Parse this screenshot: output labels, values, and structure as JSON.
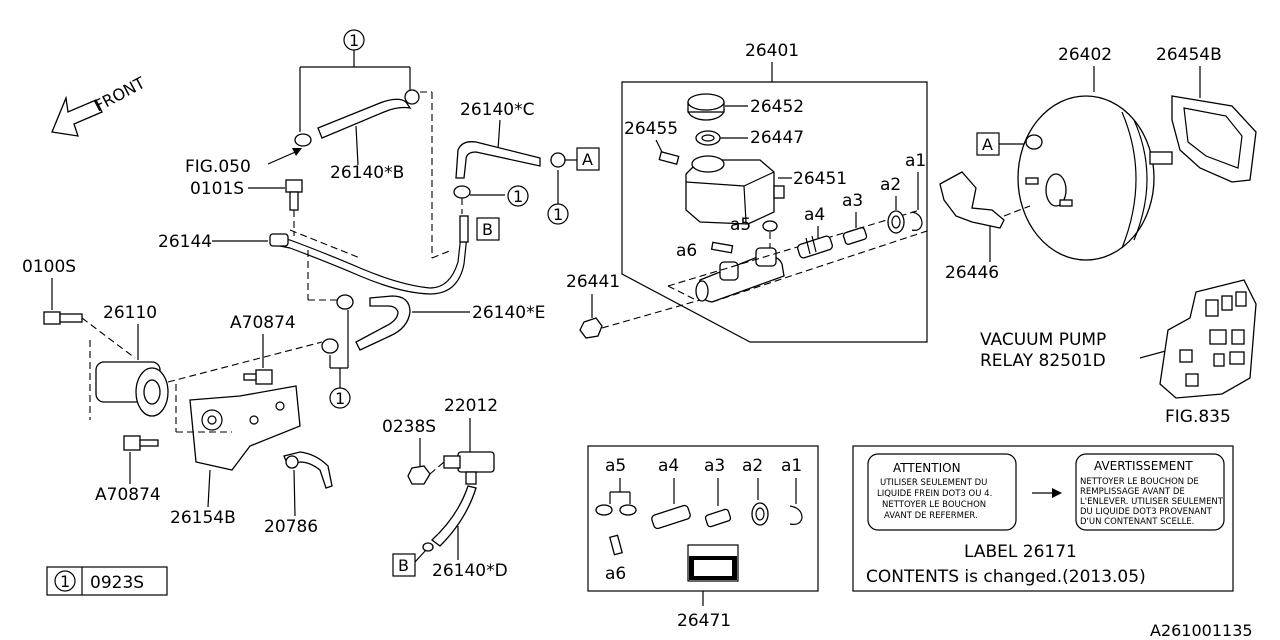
{
  "diagram": {
    "front_label": "FRONT",
    "fig_refs": {
      "fig050": "FIG.050",
      "fig835": "FIG.835"
    },
    "part_labels": {
      "p26140B": "26140*B",
      "p26140C": "26140*C",
      "p26140D": "26140*D",
      "p26140E": "26140*E",
      "p0101S": "0101S",
      "p26144": "26144",
      "p0100S": "0100S",
      "p26110": "26110",
      "pA70874a": "A70874",
      "pA70874b": "A70874",
      "p26154B": "26154B",
      "p20786": "20786",
      "p0238S": "0238S",
      "p22012": "22012",
      "p26401": "26401",
      "p26452": "26452",
      "p26455": "26455",
      "p26447": "26447",
      "p26451": "26451",
      "p26441": "26441",
      "p26402": "26402",
      "p26454B": "26454B",
      "p26446": "26446",
      "p26471": "26471"
    },
    "sub_labels": {
      "a1": "a1",
      "a2": "a2",
      "a3": "a3",
      "a4": "a4",
      "a5": "a5",
      "a6": "a6",
      "box_a1": "a1",
      "box_a2": "a2",
      "box_a3": "a3",
      "box_a4": "a4",
      "box_a5": "a5",
      "box_a6": "a6"
    },
    "callout_circle": "1",
    "ref_boxes": {
      "a_left": "A",
      "a_right": "A",
      "b_top": "B",
      "b_bottom": "B"
    },
    "vacuum_pump": {
      "line1": "VACUUM PUMP",
      "line2": "RELAY 82501D"
    },
    "legend": {
      "circle": "1",
      "part": "0923S"
    },
    "warning_label": {
      "attention_title": "ATTENTION",
      "attention_lines": [
        "UTILISER SEULEMENT DU",
        "LIQUIDE FREIN DOT3 OU 4.",
        "NETTOYER LE BOUCHON",
        "AVANT DE REFERMER."
      ],
      "avert_title": "AVERTISSEMENT",
      "avert_lines": [
        "NETTOYER LE BOUCHON DE",
        "REMPLISSAGE AVANT DE",
        "L'ENLEVER. UTILISER SEULEMENT",
        "DU LIQUIDE DOT3 PROVENANT",
        "D'UN CONTENANT SCELLE."
      ],
      "label_line": "LABEL  26171",
      "contents_line": "CONTENTS is changed.(2013.05)"
    },
    "drawing_number": "A261001135"
  }
}
